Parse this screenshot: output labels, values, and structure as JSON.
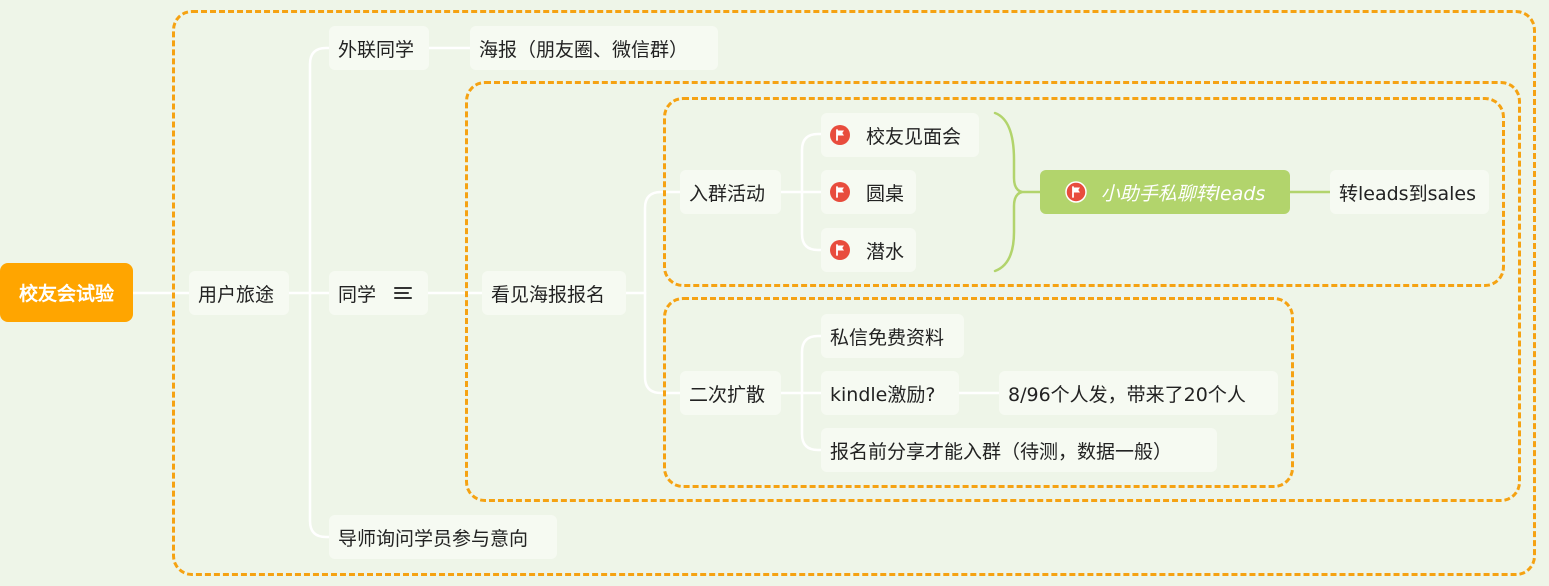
{
  "mindmap": {
    "root": "校友会试验",
    "journey": "用户旅途",
    "external": "外联同学",
    "poster": "海报（朋友圈、微信群）",
    "classmates": "同学",
    "mentor": "导师询问学员参与意向",
    "see_poster": "看见海报报名",
    "join_activity": "入群活动",
    "alumni_meeting": "校友见面会",
    "roundtable": "圆桌",
    "lurking": "潜水",
    "assistant": "小助手私聊转leads",
    "to_sales": "转leads到sales",
    "second_spread": "二次扩散",
    "dm_free": "私信免费资料",
    "kindle": "kindle激励?",
    "kindle_result": "8/96个人发，带来了20个人",
    "share_before": "报名前分享才能入群（待测，数据一般）"
  },
  "colors": {
    "root_bg": "#ffa500",
    "boundary": "#f5a212",
    "connector": "#ffffff",
    "summary_brace": "#b2d46c",
    "highlight_bg": "#b2d46c",
    "flag_red": "#e84c3d",
    "canvas_bg": "#eef5e8",
    "node_bg": "#f6faf2"
  },
  "icons": {
    "priority_flag": "flag-icon",
    "note": "note-icon"
  }
}
